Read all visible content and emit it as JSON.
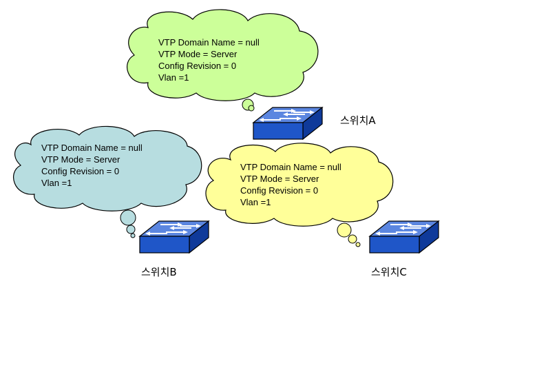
{
  "colors": {
    "green_cloud": "#ccff99",
    "blue_cloud": "#b7dde0",
    "yellow_cloud": "#ffff99",
    "switch_blue": "#1f56c8",
    "outline": "#000000"
  },
  "icons": {
    "switch": "network-switch-icon",
    "thought_bubble": "thought-bubble-icon"
  },
  "clouds": {
    "a": {
      "lines": [
        "VTP Domain Name = null",
        "VTP Mode = Server",
        "Config Revision = 0",
        "Vlan =1"
      ]
    },
    "b": {
      "lines": [
        "VTP Domain Name = null",
        "VTP Mode = Server",
        "Config Revision = 0",
        "Vlan =1"
      ]
    },
    "c": {
      "lines": [
        "VTP Domain Name = null",
        "VTP Mode = Server",
        "Config Revision = 0",
        "Vlan =1"
      ]
    }
  },
  "switches": {
    "a": {
      "label": "스위치A"
    },
    "b": {
      "label": "스위치B"
    },
    "c": {
      "label": "스위치C"
    }
  }
}
